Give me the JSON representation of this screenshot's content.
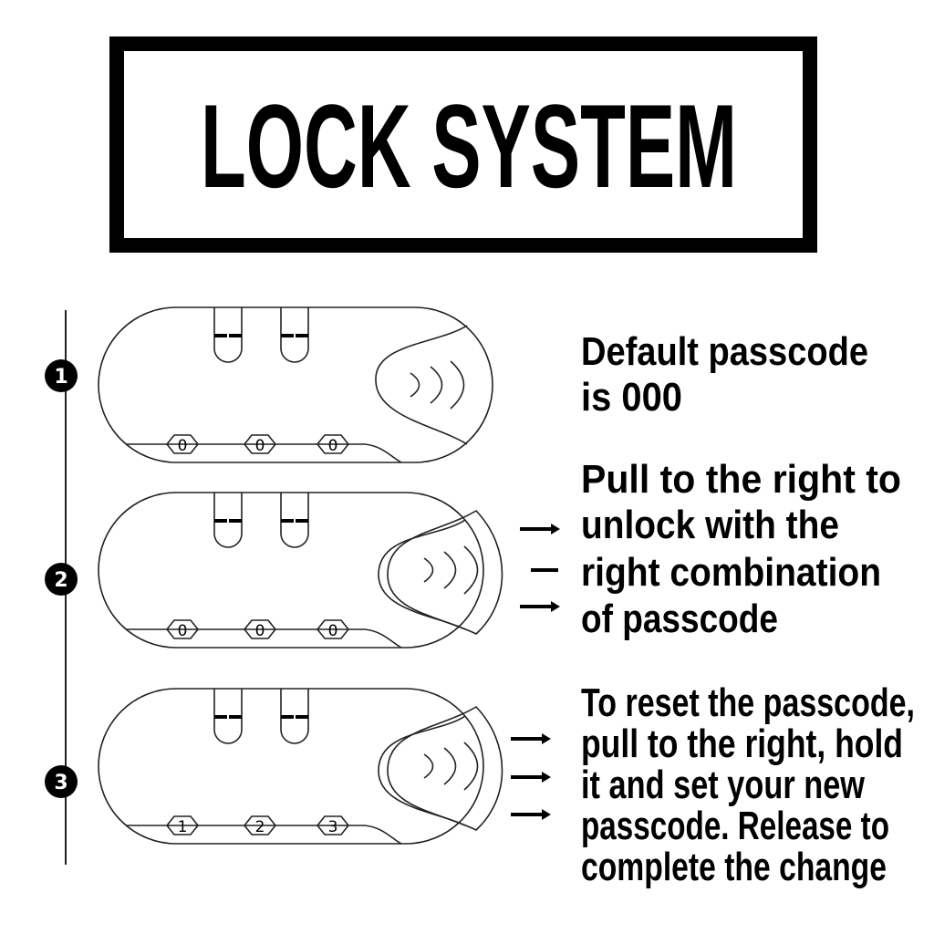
{
  "title": "LOCK SYSTEM",
  "steps": [
    {
      "number": "1",
      "dials": [
        "0",
        "0",
        "0"
      ],
      "state": "locked",
      "lines": [
        "Default passcode",
        "is 000"
      ]
    },
    {
      "number": "2",
      "dials": [
        "0",
        "0",
        "0"
      ],
      "state": "pulled",
      "lines": [
        "Pull to the right to",
        "unlock with the",
        "right combination",
        "of passcode"
      ]
    },
    {
      "number": "3",
      "dials": [
        "1",
        "2",
        "3"
      ],
      "state": "pulled",
      "lines": [
        "To reset the passcode,",
        "pull to the right, hold",
        "it and set your new",
        "passcode. Release to",
        "complete the change"
      ]
    }
  ]
}
